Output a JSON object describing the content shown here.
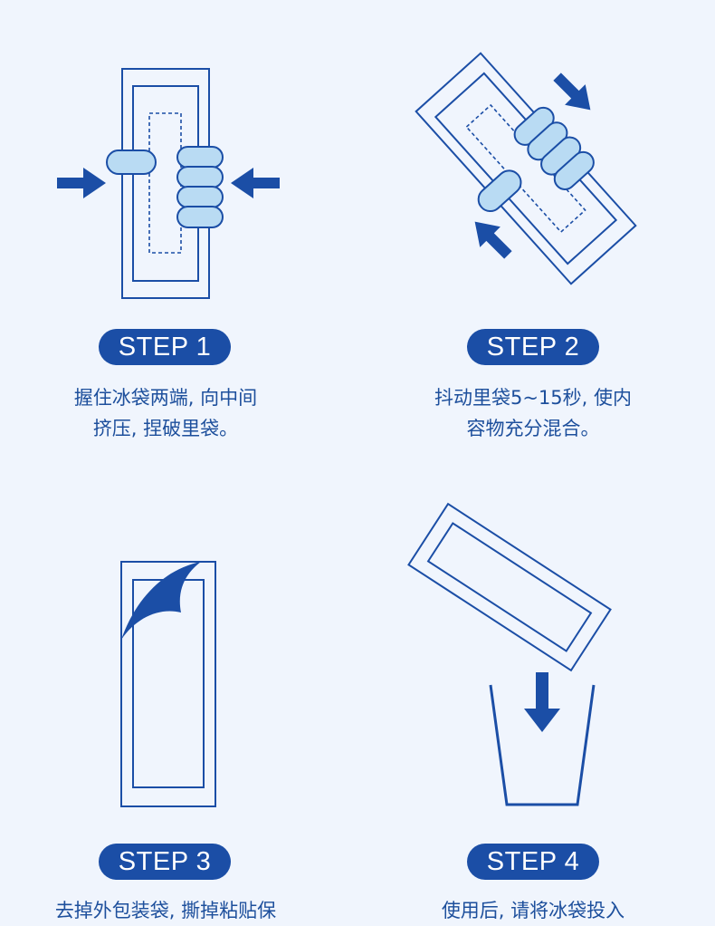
{
  "colors": {
    "background": "#f0f5fd",
    "accent": "#1b4ea6",
    "finger_fill": "#b9dbf3",
    "text": "#1d4f9c"
  },
  "steps": [
    {
      "badge": "STEP 1",
      "lines": [
        "握住冰袋两端, 向中间",
        "挤压, 捏破里袋。"
      ],
      "icons": [
        "ice-pack-icon",
        "hand-squeeze-icon",
        "arrow-right-icon",
        "arrow-left-icon"
      ]
    },
    {
      "badge": "STEP 2",
      "lines": [
        "抖动里袋5~15秒, 使内",
        "容物充分混合。"
      ],
      "icons": [
        "ice-pack-icon",
        "hand-shake-icon",
        "arrow-down-right-icon",
        "arrow-up-left-icon"
      ]
    },
    {
      "badge": "STEP 3",
      "lines": [
        "去掉外包装袋, 撕掉粘贴保"
      ],
      "icons": [
        "ice-pack-icon",
        "peel-corner-icon"
      ]
    },
    {
      "badge": "STEP 4",
      "lines": [
        "使用后, 请将冰袋投入"
      ],
      "icons": [
        "ice-pack-icon",
        "arrow-down-icon",
        "cup-icon"
      ]
    }
  ]
}
